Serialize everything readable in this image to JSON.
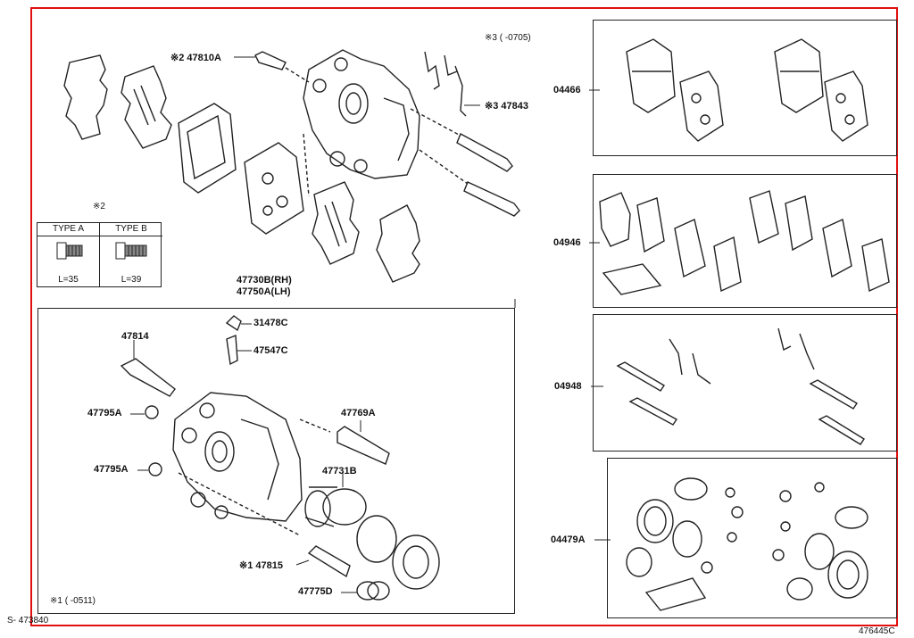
{
  "note_top": "※3 (     -0705)",
  "callouts": {
    "p47810A": "※2 47810A",
    "p47843": "※3 47843",
    "type_ref": "※2",
    "p47730": "47730B(RH)",
    "p47750": "47750A(LH)",
    "p31478": "31478C",
    "p47547": "47547C",
    "p47814": "47814",
    "p47795a": "47795A",
    "p47795b": "47795A",
    "p47769": "47769A",
    "p47731": "47731B",
    "p47815": "※1 47815",
    "p47775": "47775D",
    "note_bottom": "※1 (     -0511)"
  },
  "types": [
    {
      "label": "TYPE A",
      "length": "L=35"
    },
    {
      "label": "TYPE B",
      "length": "L=39"
    }
  ],
  "kits": {
    "k04466": "04466",
    "k04946": "04946",
    "k04948": "04948",
    "k04479": "04479A"
  },
  "footer_left": "S- 473840",
  "footer_right": "476445C"
}
